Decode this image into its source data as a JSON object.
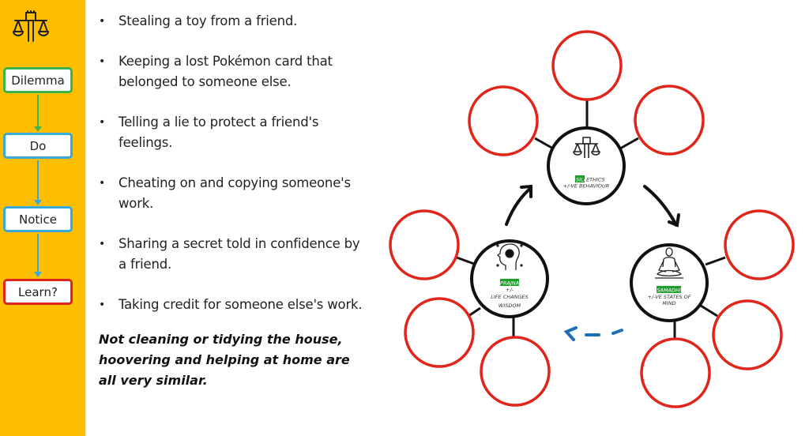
{
  "sidebar": {
    "logo_icon": "scales-fist-icon",
    "flow": [
      {
        "label": "Dilemma",
        "color": "#3CB44B"
      },
      {
        "label": "Do",
        "color": "#37A9DA"
      },
      {
        "label": "Notice",
        "color": "#37A9DA"
      },
      {
        "label": "Learn?",
        "color": "#E0251B"
      }
    ],
    "background": "#FFBE00"
  },
  "content": {
    "bullets": [
      "Stealing a toy from a friend.",
      "Keeping a lost Pokémon card that belonged to someone else.",
      "Telling a lie to protect a friend's feelings.",
      "Cheating on and copying someone's work.",
      "Sharing a secret told in confidence by a friend.",
      "Taking credit for someone else's work."
    ],
    "note": "Not cleaning or tidying the house, hoovering and helping at home are all very similar."
  },
  "diagram": {
    "nodes": {
      "sila": {
        "tag": "SILA",
        "line1": "ETHICS",
        "line2": "+/-VE BEHAVIOUR",
        "icon": "scales-fist-icon"
      },
      "prajna": {
        "tag": "PRAJNA",
        "line1": "+/-",
        "line2": "LIFE CHANGES",
        "line3": "WISDOM",
        "icon": "head-brain-icon"
      },
      "samadhi": {
        "tag": "SAMADHI",
        "line1": "+/-VE STATES OF",
        "line2": "MIND",
        "icon": "meditation-icon"
      }
    },
    "colors": {
      "satellite": "#E0251B",
      "node": "#111111",
      "tag": "#1E9E2A",
      "dashed_arrow": "#1F6FB8"
    }
  }
}
